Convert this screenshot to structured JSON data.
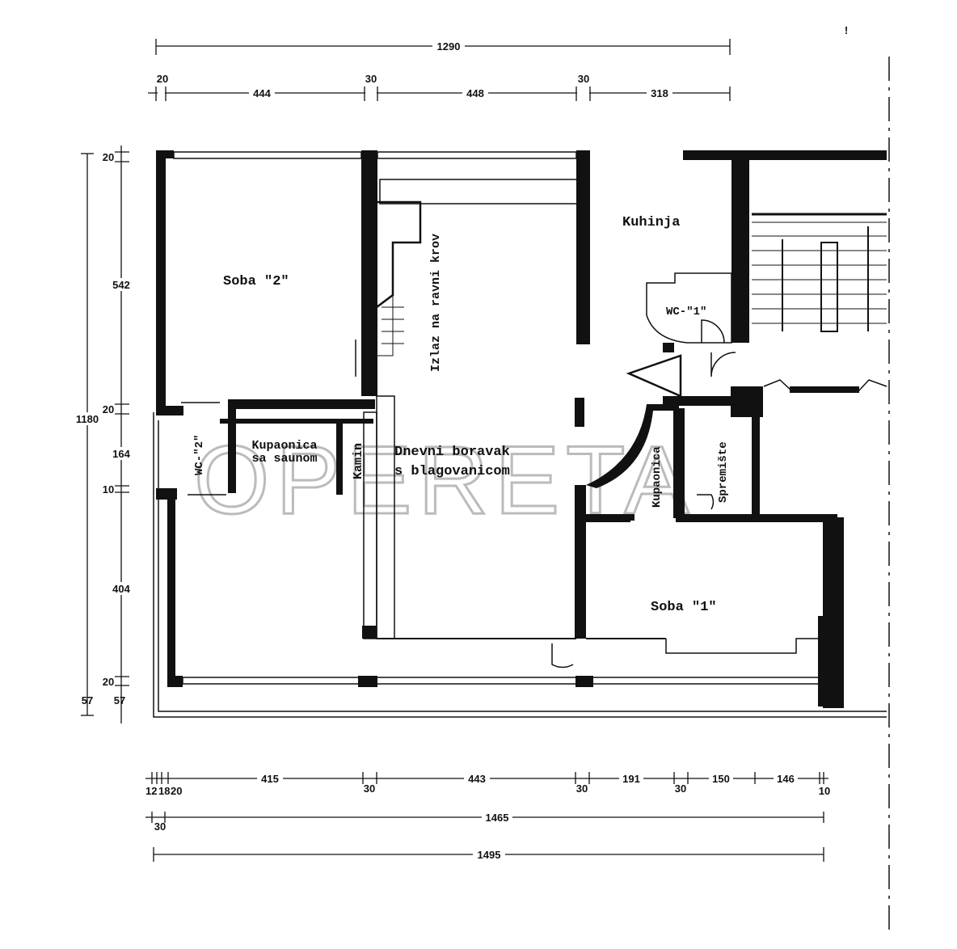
{
  "watermark": "OPERETA",
  "top_dims": {
    "overall": "1290",
    "segments": [
      "20",
      "444",
      "30",
      "448",
      "30",
      "318"
    ]
  },
  "left_dims": {
    "overall": "1180",
    "segments": [
      "20",
      "542",
      "20",
      "164",
      "10",
      "404",
      "20"
    ],
    "bottom": [
      "57",
      "57"
    ]
  },
  "bottom_dims": {
    "segments": [
      "12",
      "18",
      "20",
      "415",
      "30",
      "443",
      "30",
      "191",
      "30",
      "150",
      "146",
      "10"
    ],
    "row2": [
      "30",
      "1465"
    ],
    "overall": "1495"
  },
  "rooms": {
    "soba2": "Soba \"2\"",
    "kuhinja": "Kuhinja",
    "wc1": "WC-\"1\"",
    "izlaz": "Izlaz na ravni krov",
    "wc2": "WC-\"2\"",
    "kupaonica_sauna_1": "Kupaonica",
    "kupaonica_sauna_2": "sa saunom",
    "kamin": "Kamin",
    "dnevni_1": "Dnevni boravak",
    "dnevni_2": "s blagovanicom",
    "kupaonica": "Kupaonica",
    "spremiste": "Spremište",
    "soba1": "Soba \"1\""
  },
  "marks": {
    "exclamation": "!"
  }
}
